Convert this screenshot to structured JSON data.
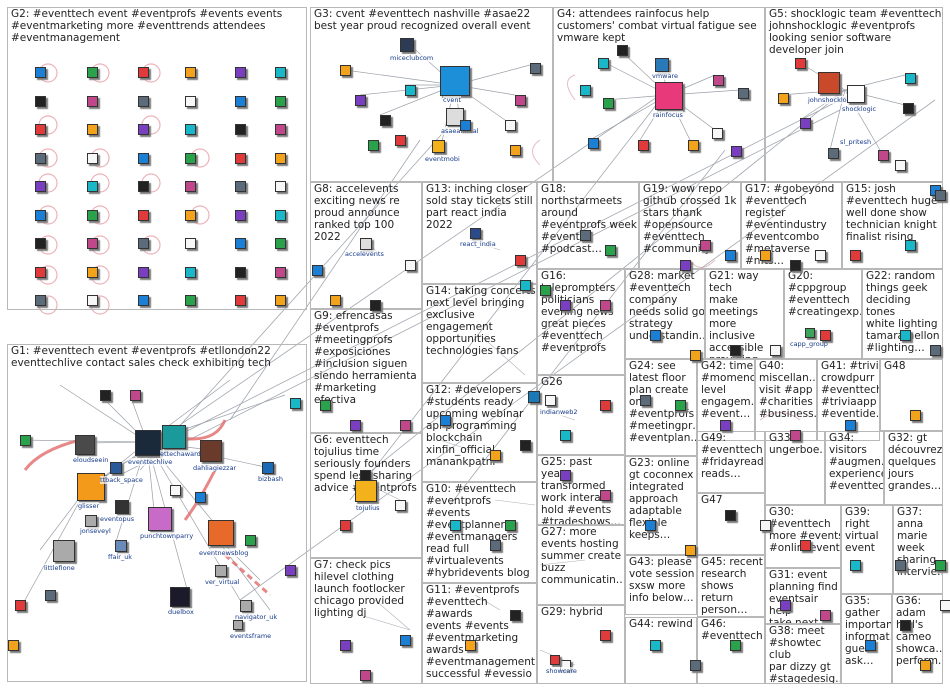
{
  "groups": [
    {
      "id": "g2",
      "label": "G2: #eventtech event #eventprofs #events events\n#eventmarketing more #eventtrends attendees\n#eventmanagement"
    },
    {
      "id": "g3",
      "label": "G3: cvent #eventtech nashville #asae22\nbest year proud recognized overall event"
    },
    {
      "id": "g4",
      "label": "G4: attendees rainfocus help\ncustomers' combat virtual fatigue see\nvmware kept"
    },
    {
      "id": "g5",
      "label": "G5: shocklogic team #eventtech\njohnshocklogic #eventprofs\nlooking senior software\ndeveloper join"
    },
    {
      "id": "g1",
      "label": "G1: #eventtech event #eventprofs #etllondon22\neventtechlive contact sales check exhibiting tech"
    },
    {
      "id": "g8",
      "label": "G8: accelevents\nexciting news re\nproud announce\nranked top 100\n2022"
    },
    {
      "id": "g13",
      "label": "G13: inching closer\nsold stay tickets still\npart react india 2022"
    },
    {
      "id": "g18",
      "label": "G18:\nnorthstarmeets\naround\n#eventprofs week\n#eventful\n#podcast…"
    },
    {
      "id": "g19",
      "label": "G19: wow repo\ngithub crossed 1k\nstars thank\n#opensource\n#eventtech\n#community"
    },
    {
      "id": "g17",
      "label": "G17: #gobeyond\n#eventtech\nregister\n#eventindustry\n#eventcombo\n#metaverse #nfts…"
    },
    {
      "id": "g15",
      "label": "G15: josh\n#eventtech huge\nwell done show\ntechnician knight\nfinalist rising"
    },
    {
      "id": "g14",
      "label": "G14: taking concerts\nnext level bringing\nexclusive\nengagement\nopportunities\ntechnologies fans"
    },
    {
      "id": "g16",
      "label": "G16:\nteleprompters\npoliticians\nevening news\ngreat pieces\n#eventtech\n#eventprofs"
    },
    {
      "id": "g28",
      "label": "G28: market\n#eventtech\ncompany\nneeds solid go\nstrategy\nunderstandin…"
    },
    {
      "id": "g21",
      "label": "G21: way tech\nmake\nmeetings\nmore inclusive\naccessible\nproviding…"
    },
    {
      "id": "g20",
      "label": "G20:\n#cppgroup\n#eventtech\n#creatingexp…"
    },
    {
      "id": "g22",
      "label": "G22: random\nthings geek\ndeciding tones\nwhite lighting\ntamaramellon\n#lighting…"
    },
    {
      "id": "g9",
      "label": "G9: efrencasas\n#eventprofs\n#meetingprofs\n#exposiciones\n#inclusion siguen\nsiendo herramienta\n#marketing efectiva"
    },
    {
      "id": "g12",
      "label": "G12: #developers\n#students ready\nupcoming webinar\napi programming\nblockchain\nxinfin_official\nmanankpatni"
    },
    {
      "id": "g26",
      "label": "G26"
    },
    {
      "id": "g24",
      "label": "G24: see\nlatest floor\nplan create\none\n#eventprofs\n#meetingpr…\n#eventplan…"
    },
    {
      "id": "g42",
      "label": "G42: time\n#momenc…\nlevel\nengagem…\n#event…"
    },
    {
      "id": "g40",
      "label": "G40:\nmiscellan…\nvisit #app\n#charities\n#business…"
    },
    {
      "id": "g41",
      "label": "G41: #trivia\ncrowdpurr\n#eventtech\n#triviaapp\n#eventide…"
    },
    {
      "id": "g48",
      "label": "G48"
    },
    {
      "id": "g6",
      "label": "G6: eventtech\ntojulius time\nseriously founders\nspend less sharing\nadvice #eventprofs"
    },
    {
      "id": "g49",
      "label": "G49:\n#eventtech\n#fridayreads\nreads…"
    },
    {
      "id": "g33",
      "label": "G33:\nungerboe…"
    },
    {
      "id": "g34",
      "label": "G34:\nvisitors\n#augmen…\nexperience\n#eventtech"
    },
    {
      "id": "g32",
      "label": "G32: gt\ndécouvrez\nquelques\njours\ngrandes…"
    },
    {
      "id": "g25",
      "label": "G25: past years\ntransformed\nwork interact\nhold #events\n#tradeshows…"
    },
    {
      "id": "g23",
      "label": "G23: online\ngt coconnex\nintegrated\napproach\nadaptable\nflexible\nkeeps…"
    },
    {
      "id": "g47",
      "label": "G47"
    },
    {
      "id": "g10",
      "label": "G10: #eventtech\n#eventprofs #events\n#eventplanners\n#eventmanagers\nread full\n#virtualevents\n#hybridevents blog"
    },
    {
      "id": "g30",
      "label": "G30:\n#eventtech\nmore #events\n#onlineevent…"
    },
    {
      "id": "g39",
      "label": "G39:\nright\nvirtual\nevent"
    },
    {
      "id": "g37",
      "label": "G37:\nanna\nmarie\nweek\nsharing\nintervie…"
    },
    {
      "id": "g27",
      "label": "G27: more\nevents hosting\nsummer create\nbuzz\ncommunicatin…"
    },
    {
      "id": "g43",
      "label": "G43: please\nvote session\nsxsw more\ninfo below…"
    },
    {
      "id": "g45",
      "label": "G45: recent\nresearch\nshows return\nperson…"
    },
    {
      "id": "g31",
      "label": "G31: event\nplanning find\neventsair help\ntake next…"
    },
    {
      "id": "g7",
      "label": "G7: check pics\nhilevel clothing\nlaunch footlocker\nchicago provided\nlighting dj"
    },
    {
      "id": "g11",
      "label": "G11: #eventprofs\n#eventtech #awards\nevents #events\n#eventmarketing\nawards\n#eventmanagement\nsuccessful #evessio"
    },
    {
      "id": "g29",
      "label": "G29: hybrid"
    },
    {
      "id": "g44",
      "label": "G44: rewind"
    },
    {
      "id": "g46",
      "label": "G46:\n#eventtech"
    },
    {
      "id": "g35",
      "label": "G35:\ngather\nimportant\ninformat…\nguest\nask…"
    },
    {
      "id": "g36",
      "label": "G36:\nadam\nhall's\ncameo\nshowca…\nperform…"
    },
    {
      "id": "g38",
      "label": "G38: meet\n#showtec club\npar dizzy gt\n#stagedesig…"
    }
  ],
  "node_labels": {
    "miceclubcom": "miceclubcom",
    "cvent": "cvent",
    "asaeannual": "asaeannual",
    "eventmobi": "eventmobi",
    "vmware": "vmware",
    "rainfocus": "rainfocus",
    "johnshocklo": "johnshocklo",
    "shocklogic": "shocklogic",
    "sl_pritesh": "sl_pritesh",
    "accelevents": "accelevents",
    "react_india": "react_india",
    "capp_group": "capp_group",
    "eloudseein": "eloudseein",
    "eventtechlive": "eventtechlive",
    "ettechawards": "ettechawards",
    "dahliagiezzar": "dahliagiezzar",
    "bizbash": "bizbash",
    "glisser": "glisser",
    "ttback_space": "ttback_space",
    "jonsevenl": "jonseveyl",
    "eventopus": "eventopus",
    "ffair_uk": "ffair_uk",
    "punchtownparry": "punchtownparry",
    "eventnewsblog": "eventnewsblog",
    "littlefione": "littlefione",
    "ver_virtual": "ver_virtual",
    "duelbox": "duelbox",
    "navigator_uk": "navigator_uk",
    "eventsframe": "eventsframe",
    "indianweb2": "indianweb2",
    "tojulius": "tojulius",
    "showcare": "showcare"
  },
  "colors": {
    "accent": "#e05555",
    "edge": "#9aa0a8",
    "frame": "#b8b8b8"
  }
}
